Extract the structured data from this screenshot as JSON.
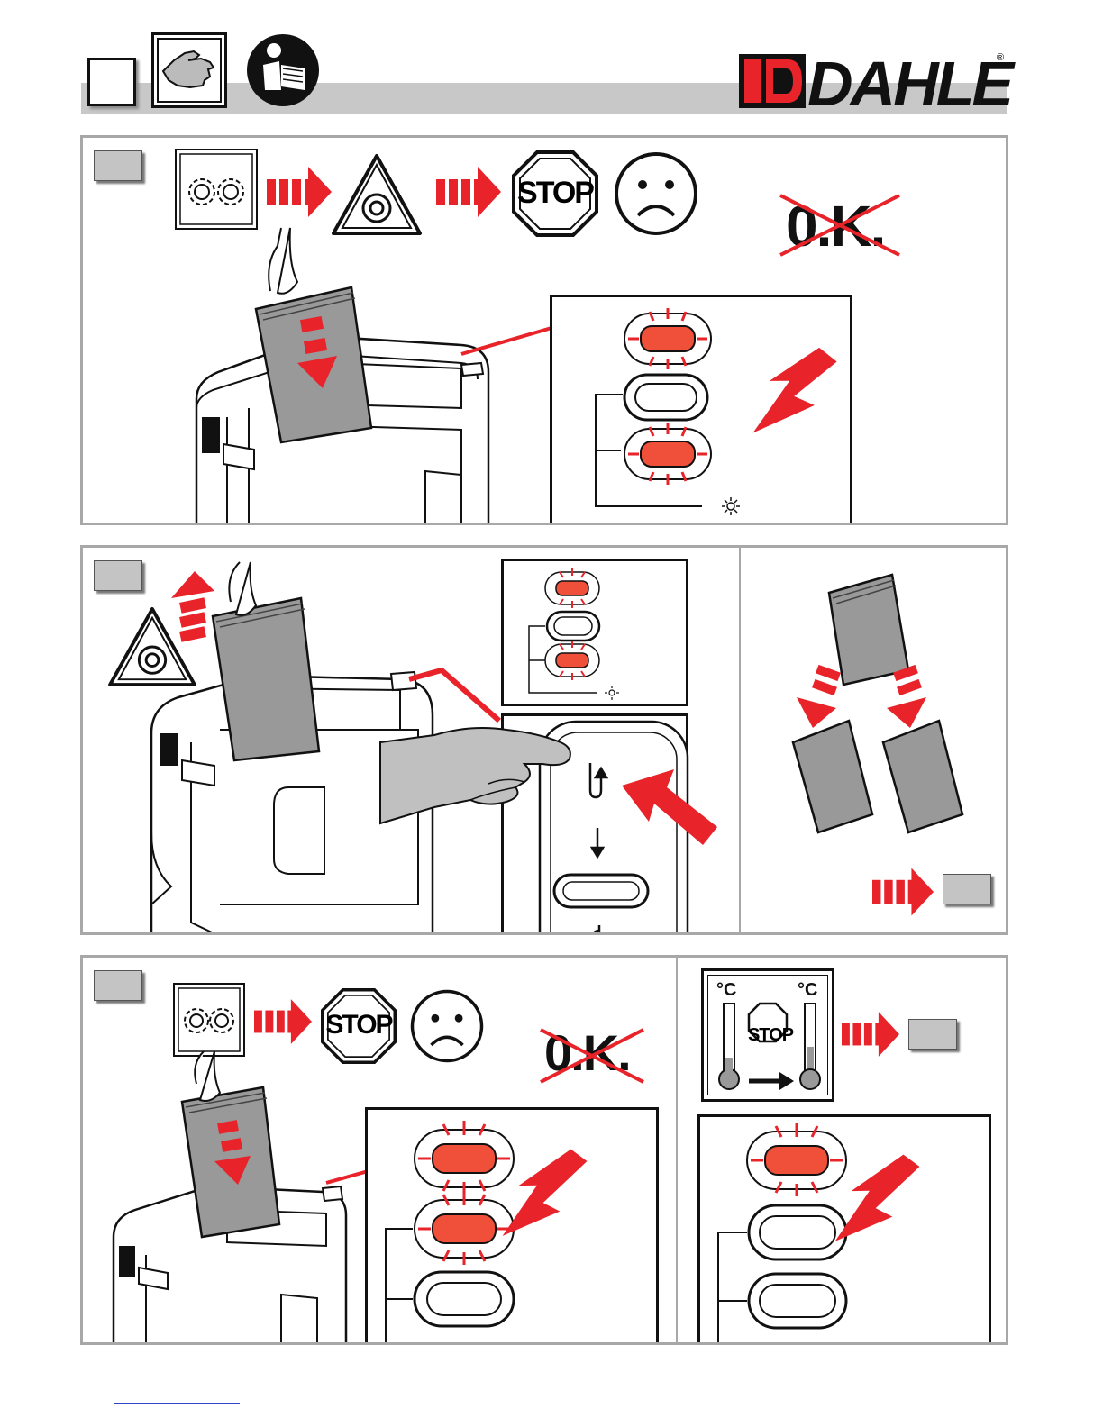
{
  "header": {
    "brand": "DAHLE",
    "registered": "®"
  },
  "stop_label": "STOP",
  "ok_label": "0.K.",
  "degree_label": "°C",
  "icons": [
    "gear-icon",
    "rotation-warning-icon",
    "stop-sign-icon",
    "sad-face-icon",
    "reverse-icon",
    "forward-icon",
    "power-icon",
    "sun-icon",
    "thermometer-icon",
    "hand-icon",
    "read-manual-icon"
  ],
  "colors": {
    "accent_red": "#e8232a",
    "led_red": "#f0503a",
    "panel_border": "#a8a8a8",
    "step_box": "#c4c4c4",
    "header_band": "#c8c8c8"
  }
}
